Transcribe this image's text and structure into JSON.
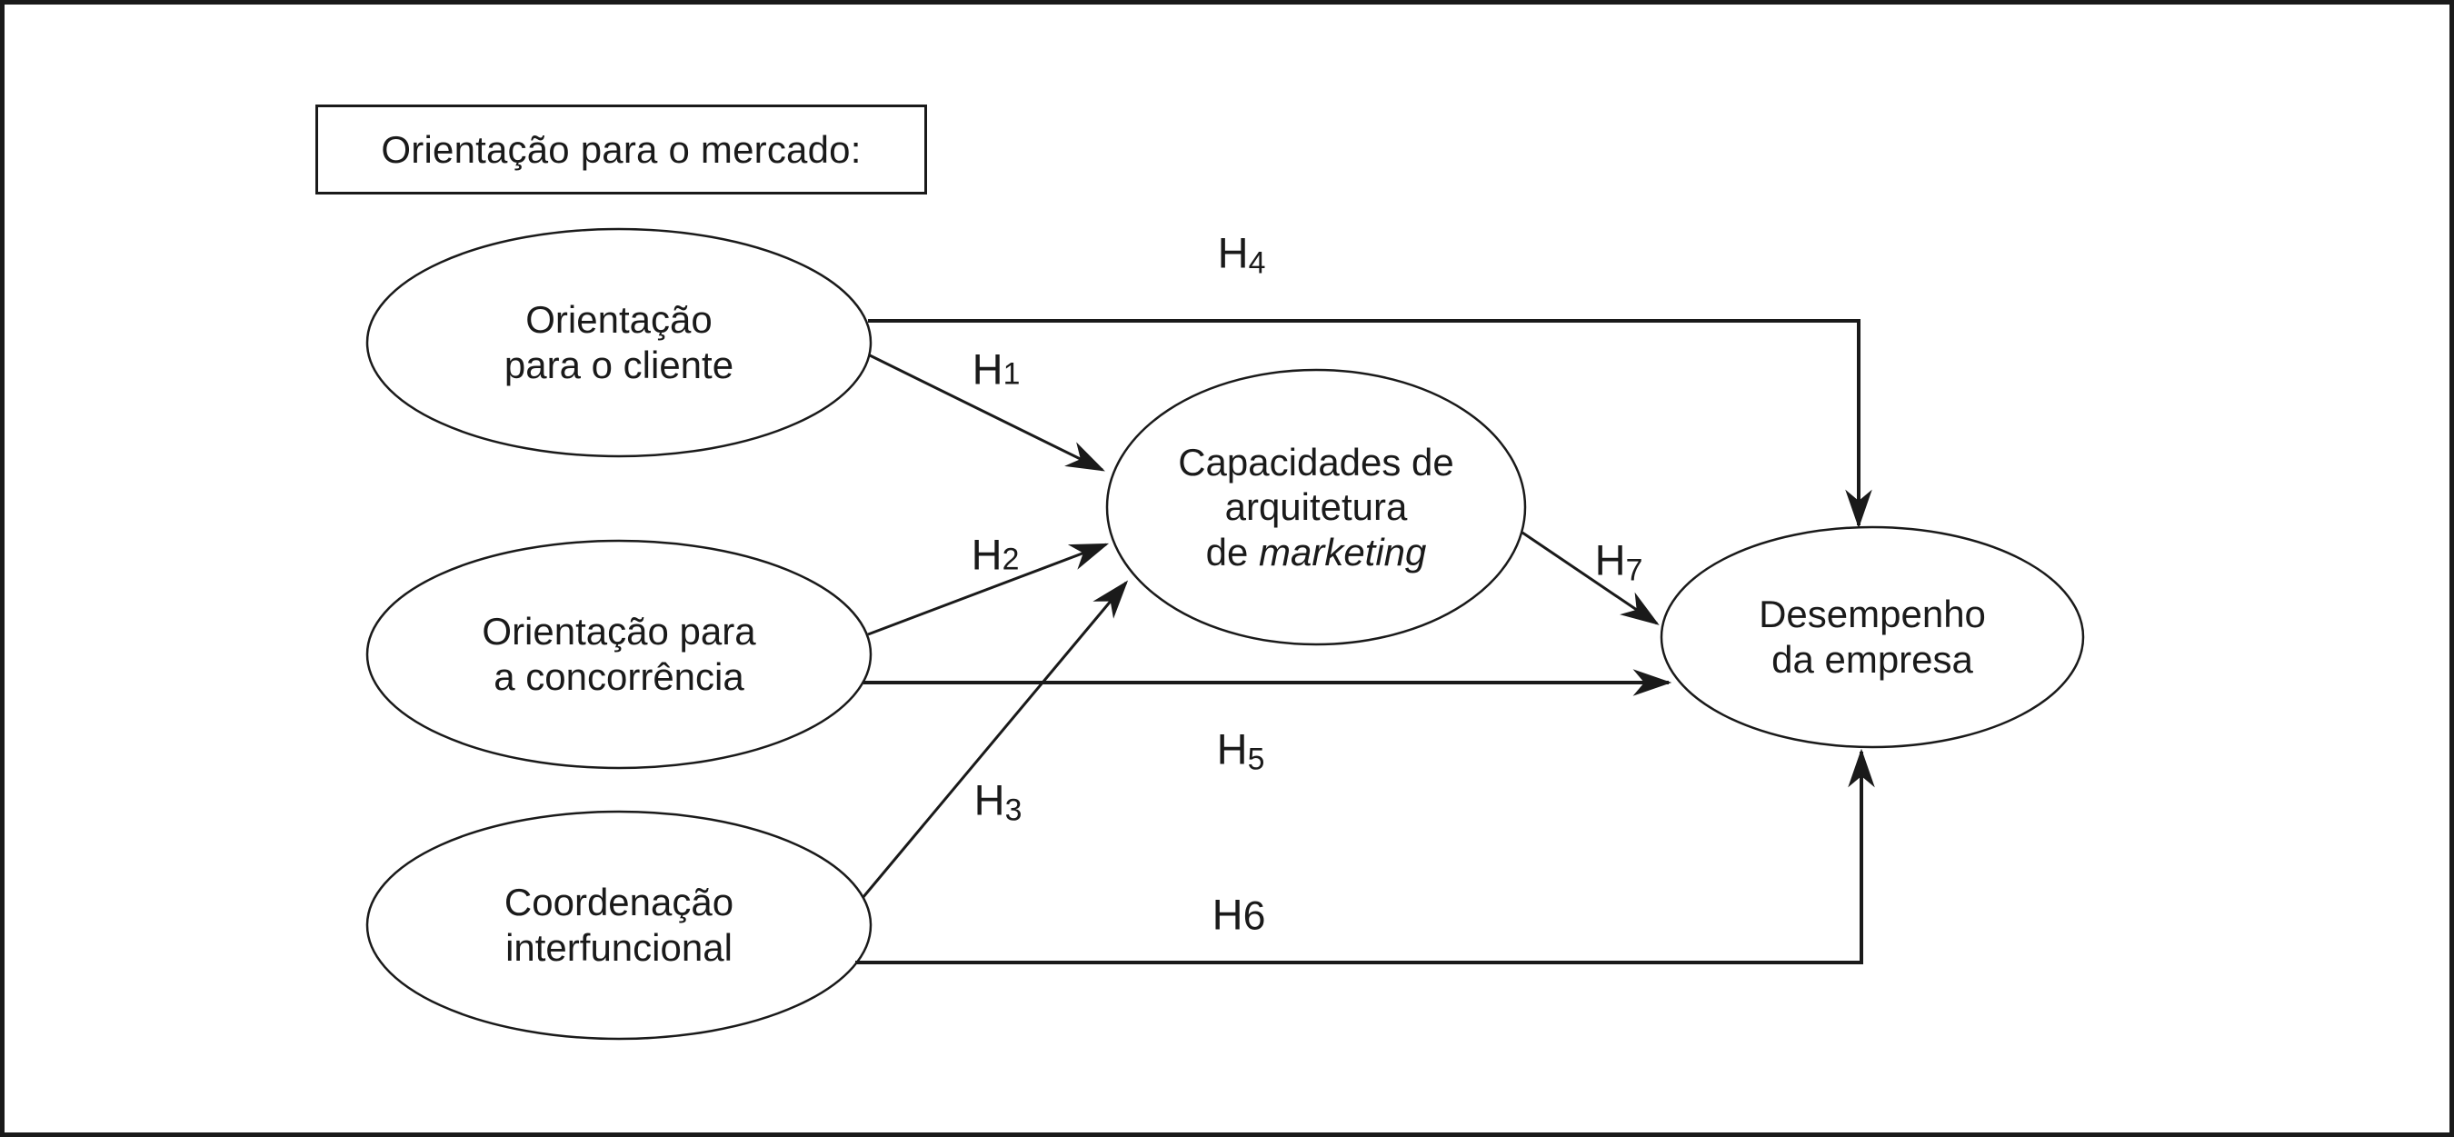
{
  "figure": {
    "title_box": "Orientação para o mercado:"
  },
  "nodes": {
    "customer": {
      "line1": "Orientação",
      "line2": "para o cliente"
    },
    "competitor": {
      "line1": "Orientação para",
      "line2": "a concorrência"
    },
    "interfunctional": {
      "line1": "Coordenação",
      "line2": "interfuncional"
    },
    "marketing_capabilities": {
      "line1": "Capacidades de",
      "line2": "arquitetura",
      "line3_prefix": "de ",
      "line3_italic": "marketing"
    },
    "performance": {
      "line1": "Desempenho",
      "line2": "da empresa"
    }
  },
  "hypotheses": {
    "h1": {
      "prefix": "H",
      "number": "1"
    },
    "h2": {
      "prefix": "H",
      "number": "2"
    },
    "h3": {
      "prefix": "H",
      "number": "3"
    },
    "h4": {
      "prefix": "H",
      "number": "4"
    },
    "h5": {
      "prefix": "H",
      "number": "5"
    },
    "h6": {
      "prefix": "H",
      "number": "6"
    },
    "h7": {
      "prefix": "H",
      "number": "7"
    }
  },
  "colors": {
    "ink": "#1a1a1a",
    "background": "#ffffff"
  }
}
